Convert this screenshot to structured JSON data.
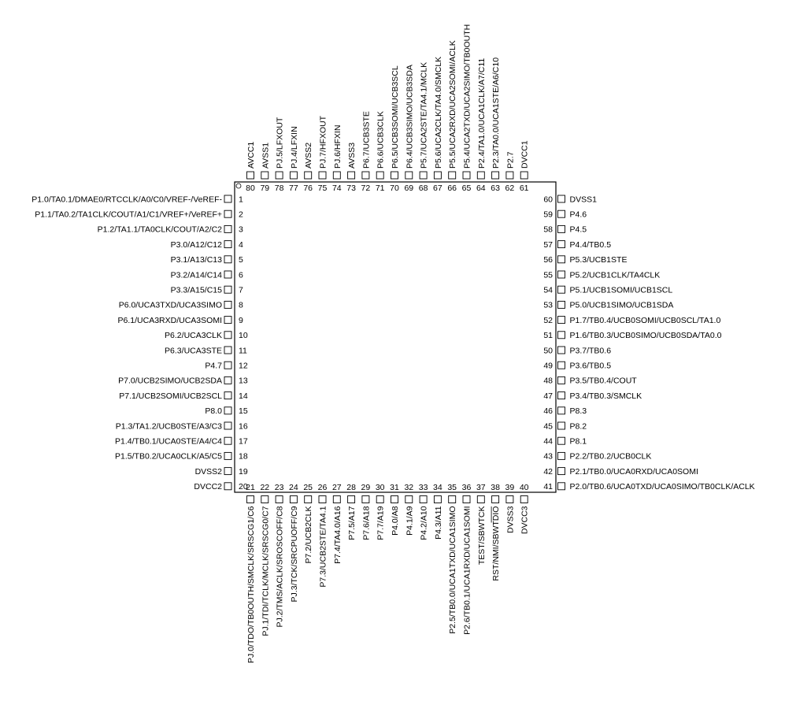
{
  "package": {
    "pins": {
      "left": [
        {
          "num": "1",
          "name": "P1.0/TA0.1/DMAE0/RTCCLK/A0/C0/VREF-/VeREF-"
        },
        {
          "num": "2",
          "name": "P1.1/TA0.2/TA1CLK/COUT/A1/C1/VREF+/VeREF+"
        },
        {
          "num": "3",
          "name": "P1.2/TA1.1/TA0CLK/COUT/A2/C2"
        },
        {
          "num": "4",
          "name": "P3.0/A12/C12"
        },
        {
          "num": "5",
          "name": "P3.1/A13/C13"
        },
        {
          "num": "6",
          "name": "P3.2/A14/C14"
        },
        {
          "num": "7",
          "name": "P3.3/A15/C15"
        },
        {
          "num": "8",
          "name": "P6.0/UCA3TXD/UCA3SIMO"
        },
        {
          "num": "9",
          "name": "P6.1/UCA3RXD/UCA3SOMI"
        },
        {
          "num": "10",
          "name": "P6.2/UCA3CLK"
        },
        {
          "num": "11",
          "name": "P6.3/UCA3STE"
        },
        {
          "num": "12",
          "name": "P4.7"
        },
        {
          "num": "13",
          "name": "P7.0/UCB2SIMO/UCB2SDA"
        },
        {
          "num": "14",
          "name": "P7.1/UCB2SOMI/UCB2SCL"
        },
        {
          "num": "15",
          "name": "P8.0"
        },
        {
          "num": "16",
          "name": "P1.3/TA1.2/UCB0STE/A3/C3"
        },
        {
          "num": "17",
          "name": "P1.4/TB0.1/UCA0STE/A4/C4"
        },
        {
          "num": "18",
          "name": "P1.5/TB0.2/UCA0CLK/A5/C5"
        },
        {
          "num": "19",
          "name": "DVSS2"
        },
        {
          "num": "20",
          "name": "DVCC2"
        }
      ],
      "bottom": [
        {
          "num": "21",
          "name": "PJ.0/TDO/TB0OUTH/SMCLK/SRSCG1/C6"
        },
        {
          "num": "22",
          "name": "PJ.1/TDI/TCLK/MCLK/SRSCG0/C7"
        },
        {
          "num": "23",
          "name": "PJ.2/TMS/ACLK/SROSCOFF/C8"
        },
        {
          "num": "24",
          "name": "PJ.3/TCK/SRCPUOFF/C9"
        },
        {
          "num": "25",
          "name": "P7.2/UCB2CLK"
        },
        {
          "num": "26",
          "name": "P7.3/UCB2STE/TA4.1"
        },
        {
          "num": "27",
          "name": "P7.4/TA4.0/A16"
        },
        {
          "num": "28",
          "name": "P7.5/A17"
        },
        {
          "num": "29",
          "name": "P7.6/A18"
        },
        {
          "num": "30",
          "name": "P7.7/A19"
        },
        {
          "num": "31",
          "name": "P4.0/A8"
        },
        {
          "num": "32",
          "name": "P4.1/A9"
        },
        {
          "num": "33",
          "name": "P4.2/A10"
        },
        {
          "num": "34",
          "name": "P4.3/A11"
        },
        {
          "num": "35",
          "name": "P2.5/TB0.0/UCA1TXD/UCA1SIMO"
        },
        {
          "num": "36",
          "name": "P2.6/TB0.1/UCA1RXD/UCA1SOMI"
        },
        {
          "num": "37",
          "name": "TEST/SBWTCK"
        },
        {
          "num": "38",
          "name": "RST/NMI/SBWTDIO"
        },
        {
          "num": "39",
          "name": "DVSS3"
        },
        {
          "num": "40",
          "name": "DVCC3"
        }
      ],
      "right": [
        {
          "num": "41",
          "name": "P2.0/TB0.6/UCA0TXD/UCA0SIMO/TB0CLK/ACLK"
        },
        {
          "num": "42",
          "name": "P2.1/TB0.0/UCA0RXD/UCA0SOMI"
        },
        {
          "num": "43",
          "name": "P2.2/TB0.2/UCB0CLK"
        },
        {
          "num": "44",
          "name": "P8.1"
        },
        {
          "num": "45",
          "name": "P8.2"
        },
        {
          "num": "46",
          "name": "P8.3"
        },
        {
          "num": "47",
          "name": "P3.4/TB0.3/SMCLK"
        },
        {
          "num": "48",
          "name": "P3.5/TB0.4/COUT"
        },
        {
          "num": "49",
          "name": "P3.6/TB0.5"
        },
        {
          "num": "50",
          "name": "P3.7/TB0.6"
        },
        {
          "num": "51",
          "name": "P1.6/TB0.3/UCB0SIMO/UCB0SDA/TA0.0"
        },
        {
          "num": "52",
          "name": "P1.7/TB0.4/UCB0SOMI/UCB0SCL/TA1.0"
        },
        {
          "num": "53",
          "name": "P5.0/UCB1SIMO/UCB1SDA"
        },
        {
          "num": "54",
          "name": "P5.1/UCB1SOMI/UCB1SCL"
        },
        {
          "num": "55",
          "name": "P5.2/UCB1CLK/TA4CLK"
        },
        {
          "num": "56",
          "name": "P5.3/UCB1STE"
        },
        {
          "num": "57",
          "name": "P4.4/TB0.5"
        },
        {
          "num": "58",
          "name": "P4.5"
        },
        {
          "num": "59",
          "name": "P4.6"
        },
        {
          "num": "60",
          "name": "DVSS1"
        }
      ],
      "top": [
        {
          "num": "80",
          "name": "AVCC1"
        },
        {
          "num": "79",
          "name": "AVSS1"
        },
        {
          "num": "78",
          "name": "PJ.5/LFXOUT"
        },
        {
          "num": "77",
          "name": "PJ.4/LFXIN"
        },
        {
          "num": "76",
          "name": "AVSS2"
        },
        {
          "num": "75",
          "name": "PJ.7/HFXOUT"
        },
        {
          "num": "74",
          "name": "PJ.6/HFXIN"
        },
        {
          "num": "73",
          "name": "AVSS3"
        },
        {
          "num": "72",
          "name": "P6.7/UCB3STE"
        },
        {
          "num": "71",
          "name": "P6.6/UCB3CLK"
        },
        {
          "num": "70",
          "name": "P6.5/UCB3SOMI/UCB3SCL"
        },
        {
          "num": "69",
          "name": "P6.4/UCB3SIMO/UCB3SDA"
        },
        {
          "num": "68",
          "name": "P5.7/UCA2STE/TA4.1/MCLK"
        },
        {
          "num": "67",
          "name": "P5.6/UCA2CLK/TA4.0/SMCLK"
        },
        {
          "num": "66",
          "name": "P5.5/UCA2RXD/UCA2SOMI/ACLK"
        },
        {
          "num": "65",
          "name": "P5.4/UCA2TXD/UCA2SIMO/TB0OUTH"
        },
        {
          "num": "64",
          "name": "P2.4/TA1.0/UCA1CLK/A7/C11"
        },
        {
          "num": "63",
          "name": "P2.3/TA0.0/UCA1STE/A6/C10"
        },
        {
          "num": "62",
          "name": "P2.7"
        },
        {
          "num": "61",
          "name": "DVCC1"
        }
      ]
    },
    "colors": {
      "line": "#000000",
      "text": "#000000",
      "background": "#ffffff"
    }
  }
}
